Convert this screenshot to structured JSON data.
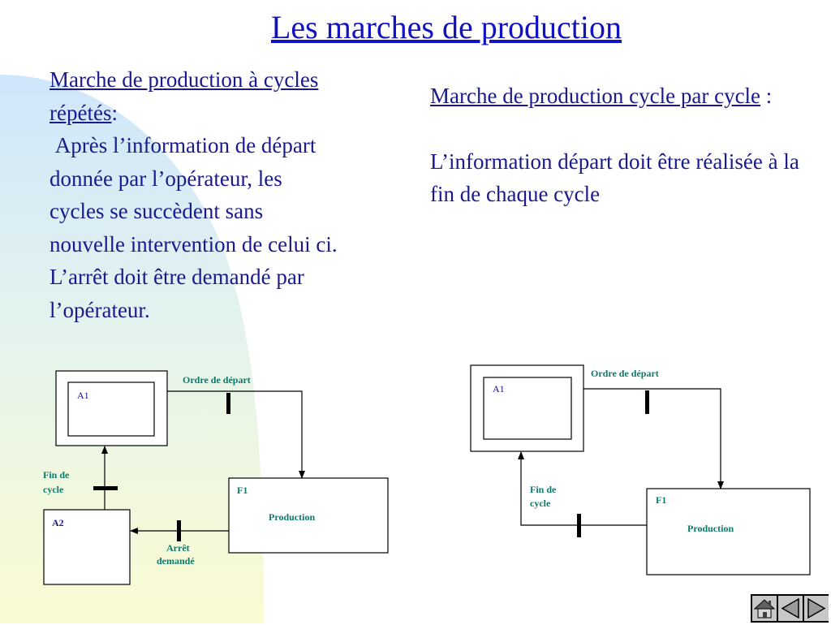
{
  "slide": {
    "title": "Les marches de production",
    "left": {
      "heading": "Marche de production à cycles répétés",
      "heading_suffix": ":",
      "body": " Après l’information de départ donnée par l’opérateur, les cycles se succèdent sans nouvelle intervention de celui ci. L’arrêt doit être demandé par l’opérateur."
    },
    "right": {
      "heading": "Marche de production cycle par cycle",
      "heading_suffix": " :",
      "body": "L’information départ doit être réalisée à la fin de chaque cycle"
    }
  },
  "diagram_left": {
    "step_a1": "A1",
    "step_a2": "A2",
    "step_f1": "F1",
    "f1_action": "Production",
    "cond_start": "Ordre de départ",
    "cond_end_line1": "Fin de",
    "cond_end_line2": "cycle",
    "cond_stop_line1": "Arrêt",
    "cond_stop_line2": "demandé"
  },
  "diagram_right": {
    "step_a1": "A1",
    "step_f1": "F1",
    "f1_action": "Production",
    "cond_start": "Ordre de départ",
    "cond_end_line1": "Fin de",
    "cond_end_line2": "cycle"
  },
  "colors": {
    "title": "#1212c0",
    "body_text": "#1a1a8e",
    "diagram_label": "#0a7a6a",
    "step_label": "#1a1a8e"
  },
  "nav": {
    "home_icon": "home-icon",
    "prev_icon": "triangle-left-icon",
    "next_icon": "triangle-right-icon"
  }
}
